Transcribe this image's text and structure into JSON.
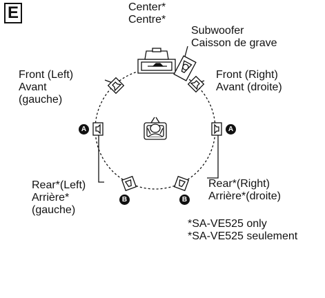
{
  "figure_label": "E",
  "labels": {
    "center": [
      "Center*",
      "Centre*"
    ],
    "subwoofer": [
      "Subwoofer",
      "Caisson de grave"
    ],
    "front_left": [
      "Front (Left)",
      "Avant",
      "(gauche)"
    ],
    "front_right": [
      "Front (Right)",
      "Avant (droite)"
    ],
    "rear_left": [
      "Rear*(Left)",
      "Arrière*",
      "(gauche)"
    ],
    "rear_right": [
      "Rear*(Right)",
      "Arrière*(droite)"
    ]
  },
  "markers": {
    "a": "A",
    "b": "B"
  },
  "footnotes": [
    "*SA-VE525 only",
    "*SA-VE525 seulement"
  ],
  "colors": {
    "ink": "#111111",
    "background": "#ffffff"
  },
  "icons": {
    "listener": "tv-listener-icon",
    "speaker": "speaker-icon",
    "subwoofer": "subwoofer-icon",
    "center": "center-speaker-icon"
  }
}
